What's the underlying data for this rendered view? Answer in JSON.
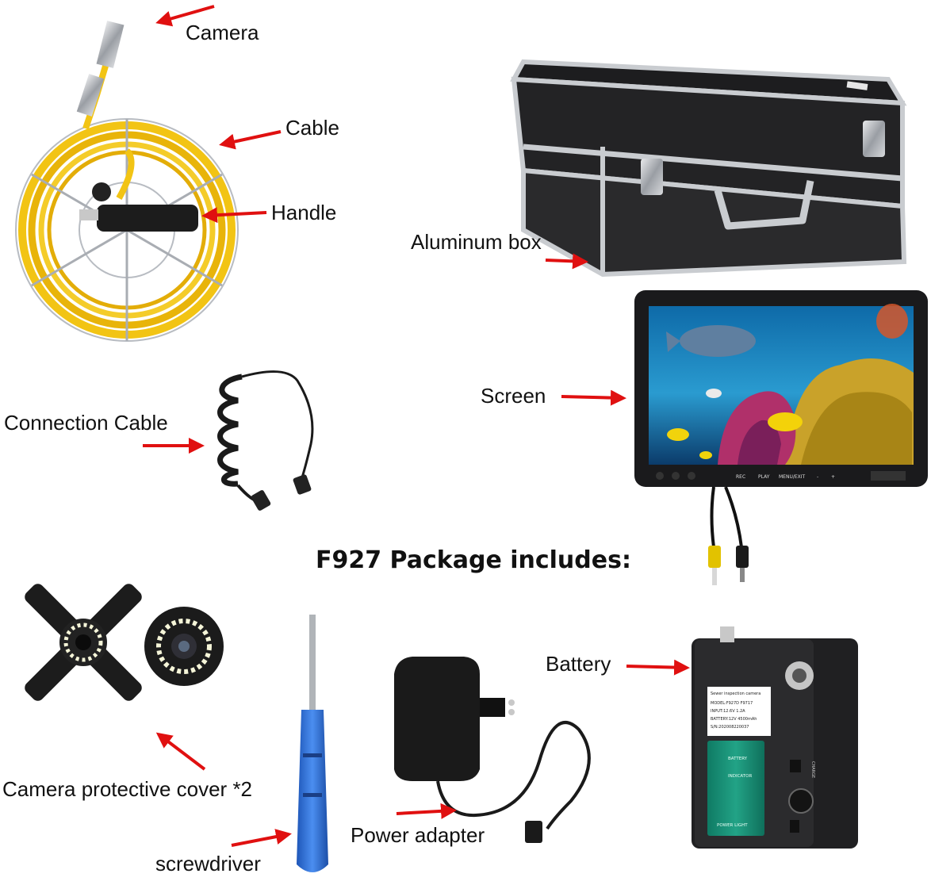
{
  "heading": "F927 Package includes:",
  "labels": {
    "camera": "Camera",
    "cable": "Cable",
    "handle": "Handle",
    "aluminum_box": "Aluminum box",
    "screen": "Screen",
    "connection_cable": "Connection Cable",
    "battery": "Battery",
    "protective_cover": "Camera protective cover *2",
    "power_adapter": "Power adapter",
    "screwdriver": "screwdriver"
  },
  "monitor_buttons": [
    "REC",
    "PLAY",
    "MENU/EXIT",
    "-",
    "+"
  ],
  "battery_panel": {
    "label_title": "Sewer inspection camera",
    "label_lines": [
      "MODEL:F927D F9717",
      "INPUT:12.6V 1.2A",
      "BATTERY:12V 4500mAh",
      "S/N:202008220037"
    ],
    "indicators": [
      "BATTERY",
      "INDICATOR",
      "",
      "POWER LIGHT"
    ],
    "side_text": "CHARGE"
  },
  "colors": {
    "arrow": "#e01010",
    "cable_yellow": "#f2c414",
    "aluminum": "#c9ccd0",
    "dark_panel": "#2a2a2c",
    "screw_blue": "#2f6fd8"
  }
}
